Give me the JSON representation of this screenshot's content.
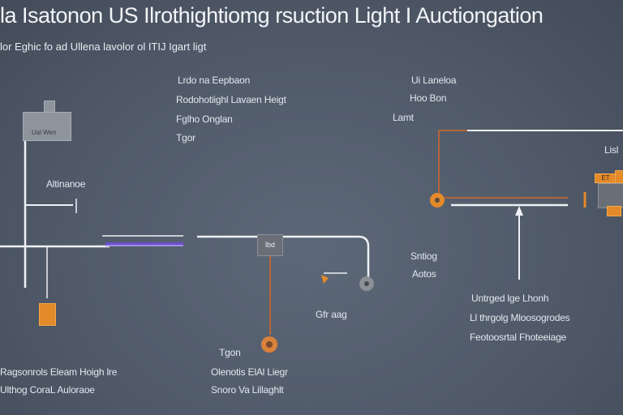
{
  "title": "la Isatonon  US Ilrothightiomg rsuction Light I Auctiongation",
  "subtitle": "lor Eghic fo ad Ullena lavolor ol ITIJ Igart ligt",
  "labels": {
    "top_left_block": [
      "Lrdo na Eepbaon",
      "Rodohotiighl Lavaen Heigt",
      "Fglho Onglan",
      "Tgor"
    ],
    "top_right_block": [
      "Ui Laneloa",
      "Hoo Bon",
      "Lamt"
    ],
    "right_edge": "Lisl",
    "left_mid": "Altinanoe",
    "box_center": "lbd",
    "panel_box": "Ual Wen",
    "orange_top": "ET",
    "middle_right_a": "Sntiog",
    "middle_right_b": "Aotos",
    "center_below": "Gfr aag",
    "bottom_center": [
      "Tgon",
      "Olenotis ElAl Liegr",
      "Snoro Va Lillaghlt"
    ],
    "bottom_left": [
      "Ragsonrols Eleam Hoigh lre",
      "Ulthog CoraL Auloraoe"
    ],
    "bottom_right": [
      "Untrged lge Lhonh",
      "Ll thrgolg Mloosogrodes",
      "Feotoosrtal Fhoteeiage"
    ]
  },
  "colors": {
    "line": "#eef1f5",
    "orange": "#e38a2a",
    "rust": "#b5643a",
    "purple": "#6b4fd0",
    "node_gray": "#8b8f96"
  }
}
